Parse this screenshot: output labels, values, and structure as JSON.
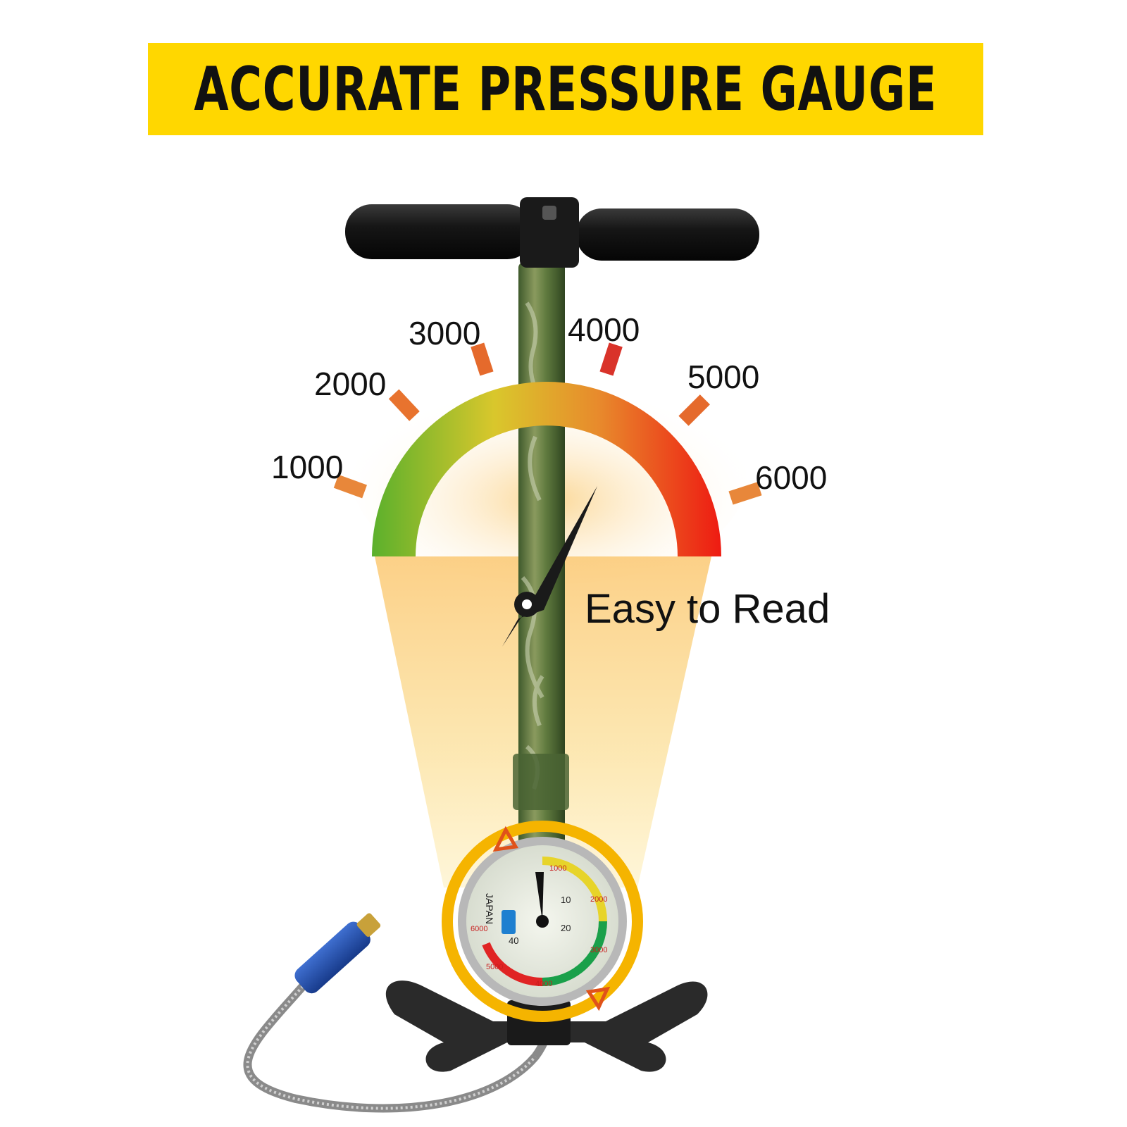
{
  "banner": {
    "title": "ACCURATE PRESSURE GAUGE",
    "background": "#FFD700"
  },
  "scale": {
    "labels": [
      "1000",
      "2000",
      "3000",
      "4000",
      "5000",
      "6000"
    ],
    "arc_gradient": [
      "#5BB02C",
      "#D9C72C",
      "#E88A2C",
      "#EE1B12"
    ]
  },
  "caption": "Easy to Read",
  "gauge_face": {
    "marks": [
      "1000",
      "2000",
      "3000",
      "4000",
      "5000",
      "6000",
      "10",
      "20",
      "40"
    ],
    "brand": "JAPAN"
  },
  "colors": {
    "tick": "#E8873A",
    "needle": "#1a1a1a",
    "glow": "#FBD38A"
  }
}
